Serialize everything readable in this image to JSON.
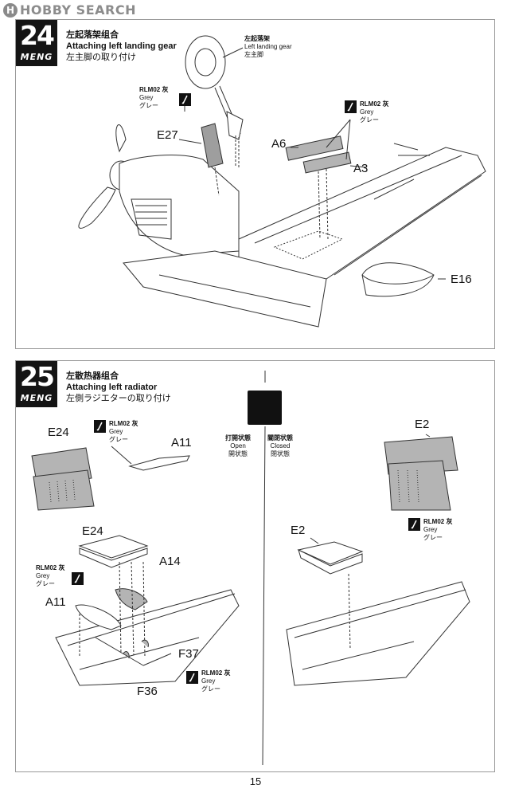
{
  "watermark": {
    "logo": "H",
    "text": "HOBBY SEARCH"
  },
  "step24": {
    "number": "24",
    "brand": "MENG",
    "title_cn": "左起落架组合",
    "title_en": "Attaching left landing gear",
    "title_jp": "左主脚の取り付け",
    "gear_label": {
      "cn": "左起落架",
      "en": "Left landing gear",
      "jp": "左主脚"
    },
    "parts": [
      "E27",
      "A6",
      "A3",
      "E16"
    ],
    "color_notes": [
      {
        "code": "RLM02 灰",
        "en": "Grey",
        "jp": "グレー"
      },
      {
        "code": "RLM02 灰",
        "en": "Grey",
        "jp": "グレー"
      }
    ]
  },
  "step25": {
    "number": "25",
    "brand": "MENG",
    "title_cn": "左散热器组合",
    "title_en": "Attaching left radiator",
    "title_jp": "左側ラジエターの取り付け",
    "parts_open": [
      "E24",
      "A11",
      "E24",
      "A14",
      "A11",
      "F37",
      "F36"
    ],
    "parts_closed": [
      "E2",
      "E2"
    ],
    "states": [
      {
        "cn": "打開状態",
        "en": "Open",
        "jp": "開状態"
      },
      {
        "cn": "關閉状態",
        "en": "Closed",
        "jp": "閉状態"
      }
    ],
    "color_notes": [
      {
        "code": "RLM02 灰",
        "en": "Grey",
        "jp": "グレー"
      },
      {
        "code": "RLM02 灰",
        "en": "Grey",
        "jp": "グレー"
      },
      {
        "code": "RLM02 灰",
        "en": "Grey",
        "jp": "グレー"
      },
      {
        "code": "RLM02 灰",
        "en": "Grey",
        "jp": "グレー"
      }
    ]
  },
  "page_number": "15",
  "colors": {
    "badge": "#141414",
    "part_grey": "#b4b4b4",
    "line": "#333333"
  }
}
